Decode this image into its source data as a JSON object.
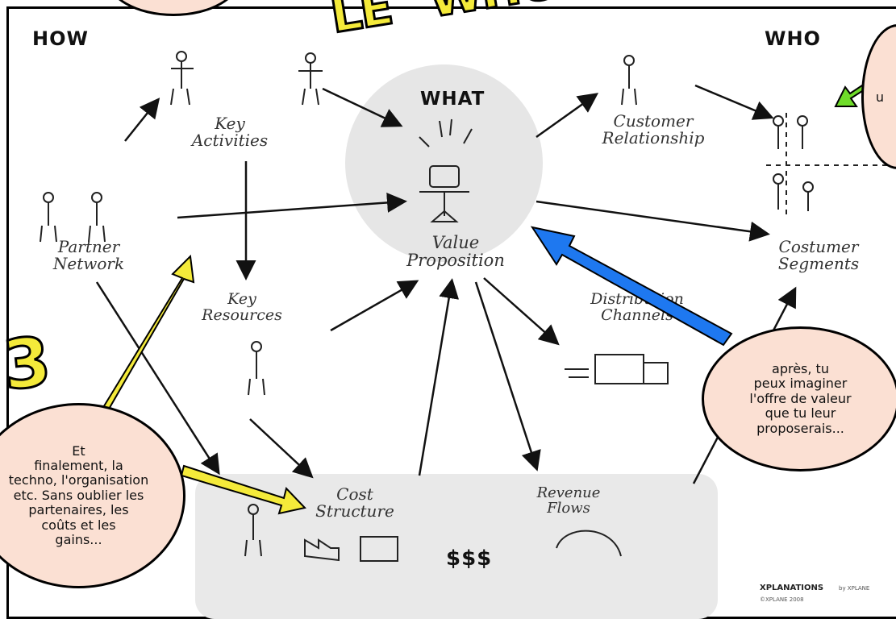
{
  "title_art": "LE \"WHO\" D'ABORD",
  "headings": {
    "how": "HOW",
    "what": "WHAT",
    "who": "WHO"
  },
  "nodes": {
    "key_activities": [
      "Key",
      "Activities"
    ],
    "customer_relationship": [
      "Customer",
      "Relationship"
    ],
    "partner_network": [
      "Partner",
      "Network"
    ],
    "value_proposition": [
      "Value",
      "Proposition"
    ],
    "costumer_segments": [
      "Costumer",
      "Segments"
    ],
    "key_resources": [
      "Key",
      "Resources"
    ],
    "distribution_channels": [
      "Distribution",
      "Channels"
    ],
    "cost_structure": [
      "Cost",
      "Structure"
    ],
    "revenue_flows": [
      "Revenue",
      "Flows"
    ]
  },
  "money": "$$$",
  "number_badge": "3",
  "bubbles": {
    "right": [
      "après, tu",
      "peux imaginer",
      "l'offre de valeur",
      "que tu leur",
      "proposerais..."
    ],
    "left": [
      "Et",
      "finalement, la",
      "techno, l'organisation",
      "etc. Sans oublier les",
      "partenaires, les",
      "coûts et les",
      "gains..."
    ],
    "top_right": "u"
  },
  "branding": {
    "logo": "XPLANATIONS",
    "by": "by XPLANE",
    "copyright": "©XPLANE 2008"
  },
  "colors": {
    "yellow_arrow": "#f4ea3a",
    "blue_arrow": "#1e78f0",
    "green_arrow": "#6fdc2a",
    "bubble_fill": "#fbe0d3"
  }
}
